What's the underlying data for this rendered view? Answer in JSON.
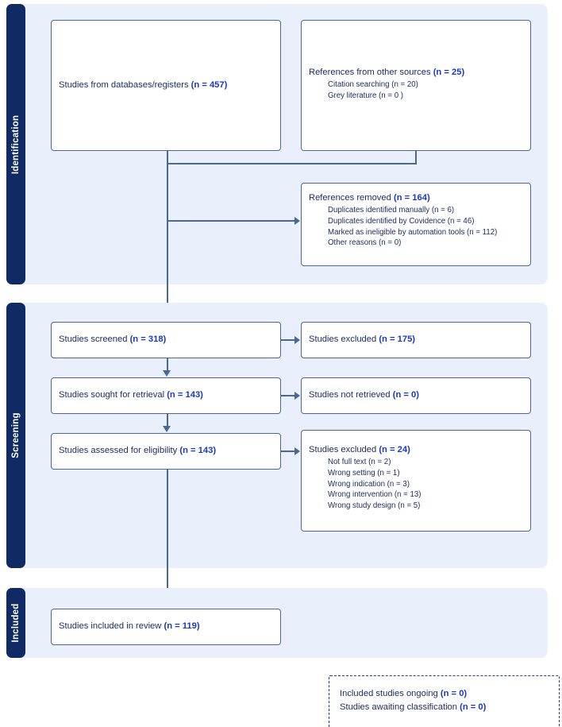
{
  "diagram": {
    "title": "PRISMA 2020 flow diagram",
    "accent_navy": "#102a63",
    "accent_band": "#eaf0fb",
    "accent_border": "#4a6795",
    "accent_number": "#1b37c4"
  },
  "stages": {
    "identification": "Identification",
    "screening": "Screening",
    "included": "Included"
  },
  "boxes": {
    "databases": {
      "label": "Studies from databases/registers ",
      "count": "(n = 457)"
    },
    "other_sources": {
      "label": "References from other sources ",
      "count": "(n = 25)",
      "items": [
        "Citation searching (n = 20)",
        "Grey literature (n = 0 )"
      ]
    },
    "references_removed": {
      "label": "References removed ",
      "count": "(n = 164)",
      "items": [
        "Duplicates identified manually (n = 6)",
        "Duplicates identified by Covidence (n = 46)",
        "Marked as ineligible by automation tools (n = 112)",
        "Other reasons (n = 0)"
      ]
    },
    "screened": {
      "label": "Studies screened ",
      "count": "(n = 318)"
    },
    "excluded_screened": {
      "label": "Studies excluded ",
      "count": "(n = 175)"
    },
    "sought_retrieval": {
      "label": "Studies sought for retrieval ",
      "count": "(n = 143)"
    },
    "not_retrieved": {
      "label": "Studies not retrieved ",
      "count": "(n = 0)"
    },
    "assessed_eligibility": {
      "label": "Studies assessed for eligibility ",
      "count": "(n = 143)"
    },
    "excluded_eligibility": {
      "label": "Studies excluded ",
      "count": "(n = 24)",
      "items": [
        "Not full text (n = 2)",
        "Wrong setting (n = 1)",
        "Wrong indication (n = 3)",
        "Wrong intervention (n = 13)",
        "Wrong study design (n = 5)"
      ]
    },
    "included_review": {
      "label": "Studies included in review ",
      "count": "(n = 119)"
    },
    "ongoing": {
      "label": "Included studies ongoing ",
      "count": "(n = 0)"
    },
    "awaiting": {
      "label": "Studies awaiting classification ",
      "count": "(n = 0)"
    }
  }
}
